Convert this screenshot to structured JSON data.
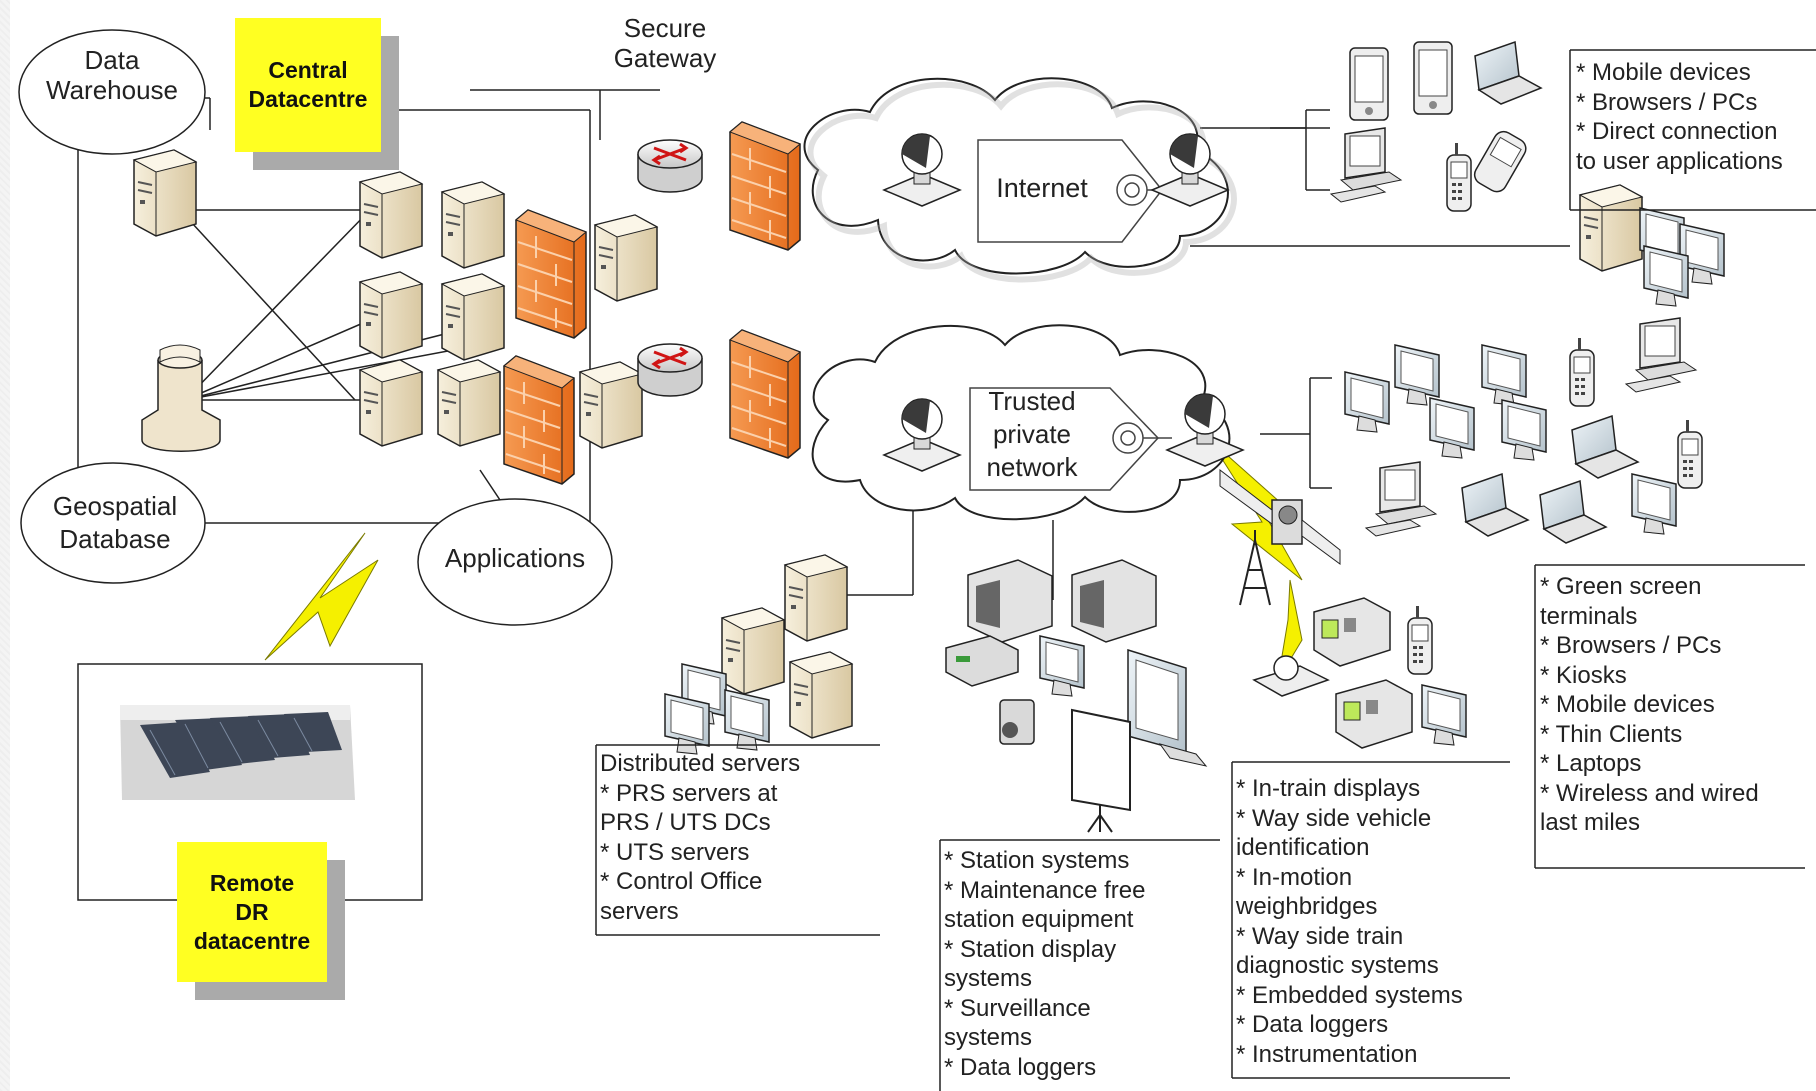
{
  "nodes": {
    "data_warehouse": "Data\nWarehouse",
    "central_datacentre": "Central\nDatacentre",
    "secure_gateway": "Secure\nGateway",
    "internet": "Internet",
    "trusted_network": "Trusted\nprivate\nnetwork",
    "geospatial_database": "Geospatial\nDatabase",
    "applications": "Applications",
    "remote_dr": "Remote\nDR\ndatacentre"
  },
  "notes": {
    "top_right": "* Mobile devices\n* Browsers / PCs\n* Direct connection\nto user applications",
    "distributed": "Distributed servers\n* PRS servers at\nPRS / UTS DCs\n* UTS servers\n* Control Office\nservers",
    "station": "* Station systems\n* Maintenance free\nstation equipment\n* Station display\nsystems\n* Surveillance\nsystems\n* Data loggers",
    "train": "* In-train displays\n* Way side vehicle\nidentification\n* In-motion\nweighbridges\n* Way side train\ndiagnostic systems\n* Embedded systems\n* Data loggers\n* Instrumentation",
    "endpoints": "* Green screen\nterminals\n* Browsers / PCs\n* Kiosks\n* Mobile devices\n* Thin Clients\n* Laptops\n* Wireless and wired\nlast miles"
  },
  "colors": {
    "server": "#e9dcc0",
    "firewall": "#f08a3a",
    "highlight": "#ffff22",
    "lightning": "#f5f000"
  },
  "icons": [
    "server-icon",
    "firewall-icon",
    "router-icon",
    "user-icon",
    "monitor-icon",
    "laptop-icon",
    "mobile-phone-icon",
    "tablet-icon",
    "satellite-icon",
    "radio-tower-icon",
    "database-icon",
    "camera-icon",
    "projector-screen-icon",
    "datacentre-photo-icon",
    "lightning-icon"
  ]
}
